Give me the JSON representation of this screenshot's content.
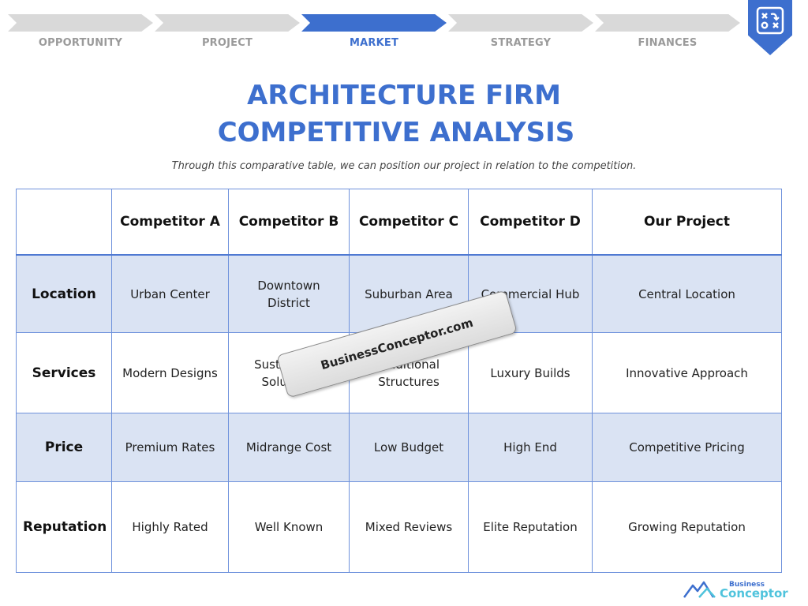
{
  "steps": [
    {
      "label": "OPPORTUNITY",
      "active": false
    },
    {
      "label": "PROJECT",
      "active": false
    },
    {
      "label": "MARKET",
      "active": true
    },
    {
      "label": "STRATEGY",
      "active": false
    },
    {
      "label": "FINANCES",
      "active": false
    }
  ],
  "badge": {
    "icon": "strategy-board-icon"
  },
  "title": {
    "line1": "ARCHITECTURE FIRM",
    "line2": "COMPETITIVE ANALYSIS",
    "subtitle": "Through this comparative table, we can position our project in relation to the competition."
  },
  "table": {
    "columns": [
      "",
      "Competitor A",
      "Competitor B",
      "Competitor C",
      "Competitor D",
      "Our Project"
    ],
    "rows": [
      {
        "label": "Location",
        "cells": [
          "Urban Center",
          "Downtown District",
          "Suburban Area",
          "Commercial Hub",
          "Central Location"
        ]
      },
      {
        "label": "Services",
        "cells": [
          "Modern Designs",
          "Sustainable Solutions",
          "Traditional Structures",
          "Luxury Builds",
          "Innovative Approach"
        ]
      },
      {
        "label": "Price",
        "cells": [
          "Premium Rates",
          "Midrange Cost",
          "Low Budget",
          "High End",
          "Competitive Pricing"
        ]
      },
      {
        "label": "Reputation",
        "cells": [
          "Highly Rated",
          "Well Known",
          "Mixed Reviews",
          "Elite Reputation",
          "Growing Reputation"
        ]
      }
    ]
  },
  "watermark": {
    "text": "BusinessConceptor.com"
  },
  "logo": {
    "line1": "Business",
    "line2": "Conceptor",
    "icon": "mountain-logo-icon"
  },
  "colors": {
    "accent": "#3d6fce",
    "shade": "#dae3f3",
    "inactive": "#d9d9d9",
    "logo": "#4fc3dc"
  }
}
